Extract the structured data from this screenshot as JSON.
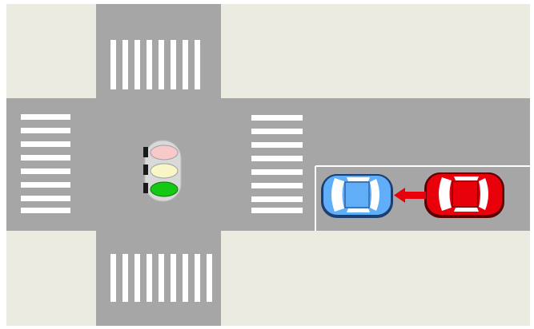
{
  "scene": {
    "description_type": "traffic-intersection-diagram",
    "traffic_light": {
      "active_signal": "green",
      "lamps": [
        {
          "name": "red-lamp",
          "state": "off"
        },
        {
          "name": "yellow-lamp",
          "state": "off"
        },
        {
          "name": "green-lamp",
          "state": "on"
        }
      ]
    },
    "vehicles": [
      {
        "name": "blue-car",
        "color": "blue",
        "position": "front",
        "lane": "right-road-lower-lane"
      },
      {
        "name": "red-car",
        "color": "red",
        "position": "behind",
        "lane": "right-road-lower-lane"
      }
    ],
    "arrow": {
      "color": "red",
      "direction": "left"
    },
    "crosswalks": [
      "north",
      "west",
      "east",
      "south"
    ]
  },
  "colors": {
    "background": "#ecebe1",
    "road": "#a6a6a6",
    "stripe": "#ffffff",
    "red_car": "#e8000a",
    "blue_car": "#61aef8",
    "arrow": "#e8000a",
    "light_red_off": "#f7c9c9",
    "light_yellow_off": "#f7f6c4",
    "light_green_on": "#14c814"
  }
}
